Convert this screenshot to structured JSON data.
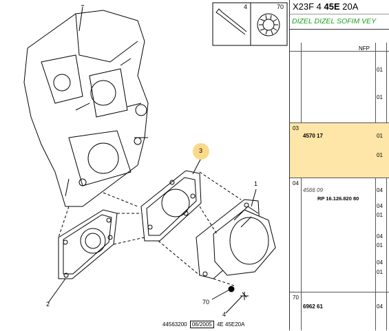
{
  "diagram": {
    "labels": {
      "one": "1",
      "two": "2",
      "three": "3",
      "four": "4",
      "seventy": "70"
    },
    "legend": {
      "bolt": "4",
      "washer": "70"
    },
    "footer": {
      "ref": "44563200",
      "date": "06/2005",
      "model": "4E 45E20A"
    }
  },
  "panel": {
    "title_a": "X23F 4 ",
    "title_b": "45E",
    "title_c": " 20A",
    "subtitle": "DIZEL DIZEL SOFIM VEY",
    "nfp": "NFP",
    "rows": [
      {
        "num": "",
        "ref": "",
        "ref2": "",
        "codes": [
          "01",
          "01"
        ]
      },
      {
        "num": "03",
        "ref": "4570 17",
        "ref2": "",
        "codes": [
          "01",
          "01"
        ],
        "highlight": true
      },
      {
        "num": "04",
        "ref": "4566 09",
        "ref2": "RP 16.126.820 80",
        "codes": [
          "04",
          "04",
          "01",
          "04",
          "01",
          "04",
          "01"
        ]
      },
      {
        "num": "70",
        "ref": "6962 61",
        "ref2": "",
        "codes": [
          "04"
        ]
      }
    ]
  },
  "colors": {
    "highlight": "#fde6a8",
    "accent": "#1aa01a",
    "callout": "#fbd98a"
  }
}
